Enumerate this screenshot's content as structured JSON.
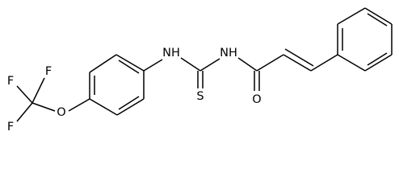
{
  "molecule": {
    "atoms": {
      "F1": "F",
      "F2": "F",
      "F3": "F",
      "O_ether": "O",
      "NH_aryl": "NH",
      "NH_acyl": "NH",
      "S": "S",
      "O_carbonyl": "O"
    }
  }
}
